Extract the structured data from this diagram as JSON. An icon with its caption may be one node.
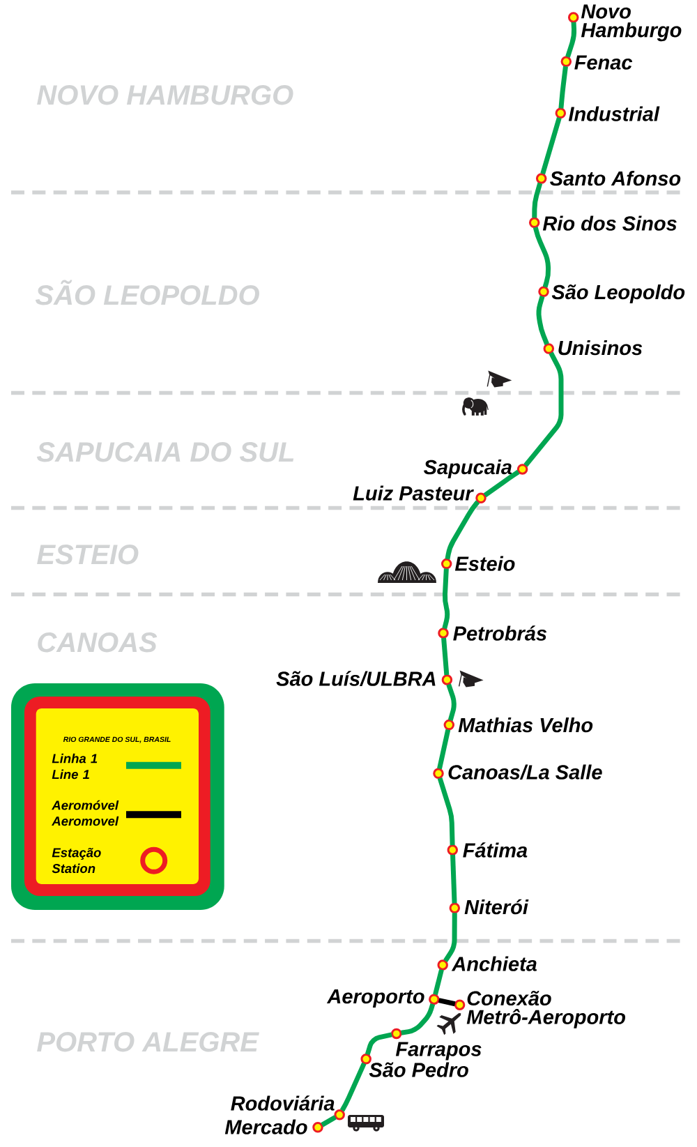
{
  "diagram": {
    "nodes": [
      {
        "text": [],
        "shape": "circle",
        "beside": [
          "Novo Hamburgo"
        ]
      },
      {
        "text": [],
        "shape": "circle",
        "beside": [
          "Fenac"
        ]
      },
      {
        "text": [],
        "shape": "circle",
        "beside": [
          "Industrial"
        ]
      },
      {
        "text": [],
        "shape": "circle",
        "beside": [
          "Santo Afonso"
        ]
      },
      {
        "text": [],
        "shape": "circle",
        "beside": [
          "Rio dos Sinos"
        ]
      },
      {
        "text": [],
        "shape": "circle",
        "beside": [
          "São Leopoldo"
        ]
      },
      {
        "text": [],
        "shape": "circle",
        "beside": [
          "Unisinos"
        ]
      },
      {
        "text": [],
        "shape": "circle",
        "beside": [
          "Sapucaia"
        ]
      },
      {
        "text": [],
        "shape": "circle",
        "beside": [
          "Luiz Pasteur"
        ]
      },
      {
        "text": [],
        "shape": "circle",
        "beside": [
          "Esteio"
        ]
      },
      {
        "text": [],
        "shape": "circle",
        "beside": [
          "Petrobrás"
        ]
      },
      {
        "text": [],
        "shape": "circle",
        "beside": [
          "São Luís/ULBRA"
        ]
      },
      {
        "text": [],
        "shape": "circle",
        "beside": [
          "Mathias Velho"
        ]
      },
      {
        "text": [],
        "shape": "circle",
        "beside": [
          "Canoas/La Salle"
        ]
      },
      {
        "text": [],
        "shape": "circle",
        "beside": [
          "Fátima"
        ]
      },
      {
        "text": [],
        "shape": "circle",
        "beside": [
          "Niterói"
        ]
      },
      {
        "text": [],
        "shape": "circle",
        "beside": [
          "Anchieta"
        ]
      },
      {
        "text": [],
        "shape": "circle",
        "beside": [
          "Aeroporto"
        ]
      },
      {
        "text": [],
        "shape": "circle",
        "beside": [
          "Conexão Metrô-Aeroporto"
        ]
      },
      {
        "text": [],
        "shape": "circle",
        "beside": [
          "Farrapos"
        ]
      },
      {
        "text": [],
        "shape": "circle",
        "beside": [
          "São Pedro"
        ]
      },
      {
        "text": [],
        "shape": "circle",
        "beside": [
          "Rodoviária"
        ]
      },
      {
        "text": [],
        "shape": "circle",
        "beside": [
          "Mercado"
        ]
      }
    ],
    "edges": [
      {
        "from": 0,
        "to": 1,
        "arrow": "none"
      },
      {
        "from": 1,
        "to": 2,
        "arrow": "none"
      },
      {
        "from": 2,
        "to": 3,
        "arrow": "none"
      },
      {
        "from": 3,
        "to": 4,
        "arrow": "none"
      },
      {
        "from": 4,
        "to": 5,
        "arrow": "none"
      },
      {
        "from": 5,
        "to": 6,
        "arrow": "none"
      },
      {
        "from": 6,
        "to": 7,
        "arrow": "none"
      },
      {
        "from": 7,
        "to": 8,
        "arrow": "none"
      },
      {
        "from": 8,
        "to": 9,
        "arrow": "none"
      },
      {
        "from": 9,
        "to": 10,
        "arrow": "none"
      },
      {
        "from": 10,
        "to": 11,
        "arrow": "none"
      },
      {
        "from": 11,
        "to": 12,
        "arrow": "none"
      },
      {
        "from": 12,
        "to": 13,
        "arrow": "none"
      },
      {
        "from": 13,
        "to": 14,
        "arrow": "none"
      },
      {
        "from": 14,
        "to": 15,
        "arrow": "none"
      },
      {
        "from": 15,
        "to": 16,
        "arrow": "none"
      },
      {
        "from": 16,
        "to": 17,
        "arrow": "none"
      },
      {
        "from": 17,
        "to": 18,
        "arrow": "none",
        "color": "#000000"
      },
      {
        "from": 17,
        "to": 19,
        "arrow": "none"
      },
      {
        "from": 19,
        "to": 20,
        "arrow": "none"
      },
      {
        "from": 20,
        "to": 21,
        "arrow": "none"
      },
      {
        "from": 21,
        "to": 22,
        "arrow": "none"
      }
    ],
    "labels": [
      "NOVO HAMBURGO",
      "SÃO LEOPOLDO",
      "SAPUCAIA DO SUL",
      "ESTEIO",
      "CANOAS",
      "RIO GRANDE DO SUL, BRASIL",
      "PORTO ALEGRE"
    ],
    "legend": [
      {
        "text": "Linha 1 Line 1"
      },
      {
        "text": "Aeromóvel Aeromovel"
      },
      {
        "text": "Estação Station"
      }
    ]
  }
}
